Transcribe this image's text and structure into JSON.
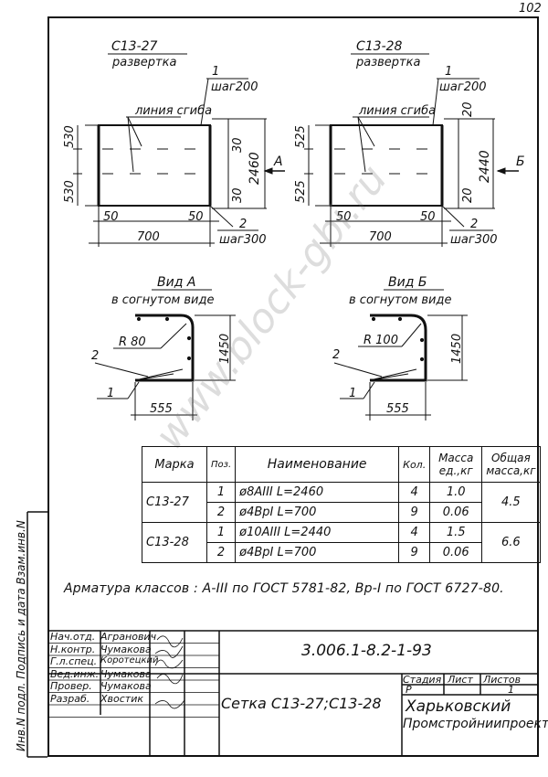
{
  "sheet_number": "102",
  "left_view": {
    "mark": "C13-27",
    "subtitle": "развертка",
    "callout1_num": "1",
    "callout1_step": "шаг200",
    "bend_label": "линия сгиба",
    "dim_top": "530",
    "dim_bottom": "530",
    "dim_total": "2460",
    "dim_30a": "30",
    "dim_30b": "30",
    "dim_50l": "50",
    "dim_50r": "50",
    "dim_width": "700",
    "callout2_num": "2",
    "callout2_step": "шаг300",
    "arrow_label": "А"
  },
  "right_view": {
    "mark": "C13-28",
    "subtitle": "развертка",
    "callout1_num": "1",
    "callout1_step": "шаг200",
    "bend_label": "линия сгиба",
    "dim_top": "525",
    "dim_bottom": "525",
    "dim_total": "2440",
    "dim_20a": "20",
    "dim_20b": "20",
    "dim_50l": "50",
    "dim_50r": "50",
    "dim_width": "700",
    "callout2_num": "2",
    "callout2_step": "шаг300",
    "arrow_label": "Б"
  },
  "view_a": {
    "title": "Вид А",
    "subtitle": "в согнутом виде",
    "radius": "R 80",
    "height": "1450",
    "width": "555",
    "n1": "1",
    "n2": "2"
  },
  "view_b": {
    "title": "Вид Б",
    "subtitle": "в согнутом виде",
    "radius": "R 100",
    "height": "1450",
    "width": "555",
    "n1": "1",
    "n2": "2"
  },
  "spec_table": {
    "headers": [
      "Марка",
      "Поз.",
      "Наименование",
      "Кол.",
      "Масса ед.,кг",
      "Общая масса,кг"
    ],
    "rows": [
      {
        "mark": "C13-27",
        "pos": "1",
        "name": "ø8АIII   L=2460",
        "qty": "4",
        "unit_mass": "1.0",
        "total": "4.5"
      },
      {
        "mark": "",
        "pos": "2",
        "name": "ø4ВрI   L=700",
        "qty": "9",
        "unit_mass": "0.06",
        "total": ""
      },
      {
        "mark": "C13-28",
        "pos": "1",
        "name": "ø10АIII   L=2440",
        "qty": "4",
        "unit_mass": "1.5",
        "total": "6.6"
      },
      {
        "mark": "",
        "pos": "2",
        "name": "ø4ВрI   L=700",
        "qty": "9",
        "unit_mass": "0.06",
        "total": ""
      }
    ]
  },
  "note": "Арматура классов : А-III по ГОСТ 5781-82, Вр-I по ГОСТ 6727-80.",
  "title_block": {
    "document_code": "3.006.1-8.2-1-93",
    "title": "Сетка С13-27;С13-28",
    "stage_label": "Стадия",
    "sheet_label": "Лист",
    "sheets_label": "Листов",
    "stage_value": "Р",
    "sheets_value": "1",
    "org_line1": "Харьковский",
    "org_line2": "Промстройниипроект",
    "signers": [
      {
        "role": "Нач.отд.",
        "name": "Агранович"
      },
      {
        "role": "Н.контр.",
        "name": "Чумакова"
      },
      {
        "role": "Г.л.спец.",
        "name": "Коротецкий"
      },
      {
        "role": "Вед.инж.",
        "name": "Чумакова"
      },
      {
        "role": "Провер.",
        "name": "Чумакова"
      },
      {
        "role": "Разраб.",
        "name": "Хвостик"
      }
    ]
  },
  "sidebar_text": "Инв.N подл.  Подпись и дата  Взам.инв.N",
  "watermark": "www.block-gbi.ru"
}
